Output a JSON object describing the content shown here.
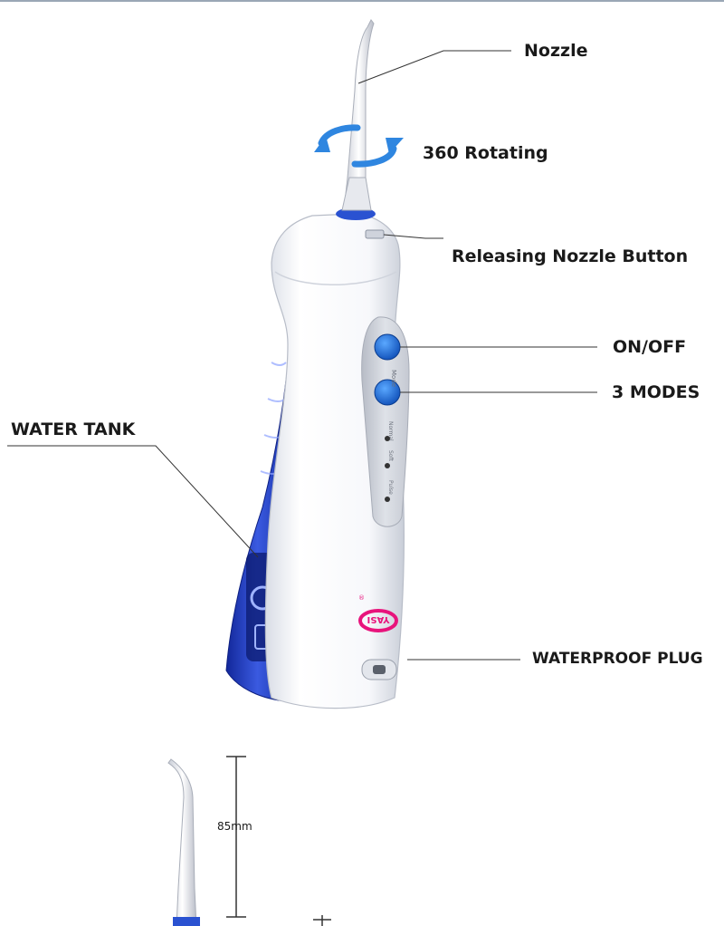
{
  "labels": {
    "nozzle": "Nozzle",
    "rotating": "360 Rotating",
    "release_button": "Releasing Nozzle Button",
    "on_off": "ON/OFF",
    "modes": "3 MODES",
    "water_tank": "WATER TANK",
    "waterproof_plug": "WATERPROOF PLUG",
    "nozzle_length": "85mm"
  },
  "device": {
    "brand": "YASI",
    "mode_button_label": "Mode",
    "modes": [
      "Normal",
      "Soft",
      "Pulse"
    ]
  },
  "colors": {
    "body": "#ffffff",
    "tank_blue": "#1f3fb8",
    "button_blue": "#1e6fd6",
    "accent_ring": "#2a52d1",
    "rotate_arrow": "#2f86e0",
    "logo_pink": "#e8147c"
  }
}
